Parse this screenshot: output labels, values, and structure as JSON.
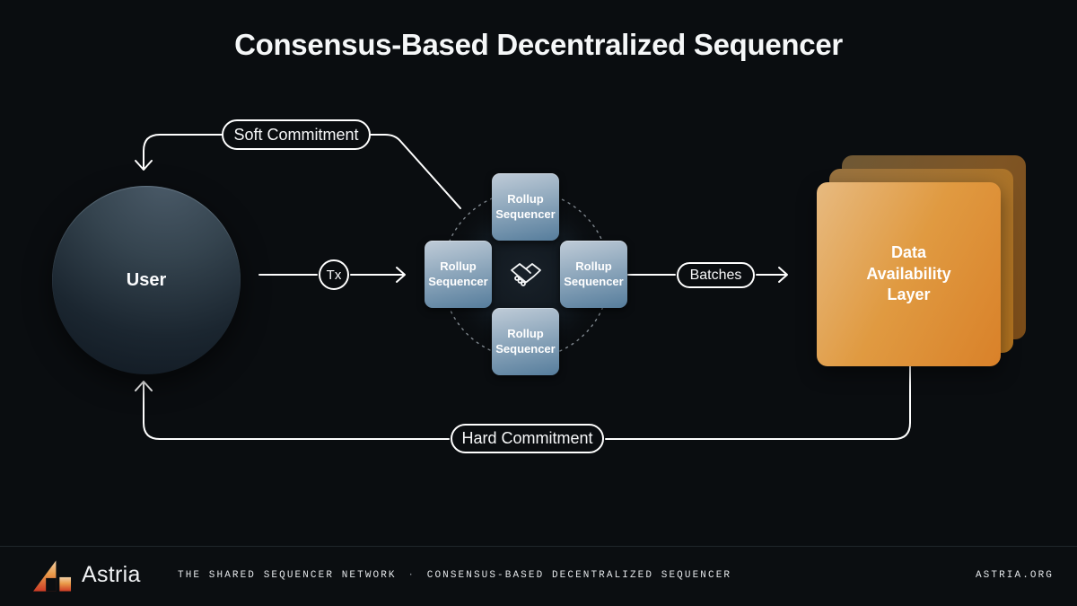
{
  "title": "Consensus-Based Decentralized Sequencer",
  "diagram": {
    "user_label": "User",
    "soft_commitment_label": "Soft Commitment",
    "tx_label": "Tx",
    "batches_label": "Batches",
    "hard_commitment_label": "Hard Commitment",
    "rollup_boxes": [
      {
        "label": "Rollup Sequencer"
      },
      {
        "label": "Rollup Sequencer"
      },
      {
        "label": "Rollup Sequencer"
      },
      {
        "label": "Rollup Sequencer"
      }
    ],
    "center_icon": "handshake-icon",
    "da_label": "Data Availability Layer"
  },
  "footer": {
    "brand": "Astria",
    "tagline": "THE SHARED SEQUENCER NETWORK",
    "separator": "·",
    "subtitle": "CONSENSUS-BASED DECENTRALIZED SEQUENCER",
    "website": "ASTRIA.ORG"
  },
  "colors": {
    "background": "#0a0d10",
    "line": "#ffffff",
    "rollup_box_blue": "#567d9c",
    "da_orange": "#d98129",
    "logo_red": "#ce3b25"
  }
}
